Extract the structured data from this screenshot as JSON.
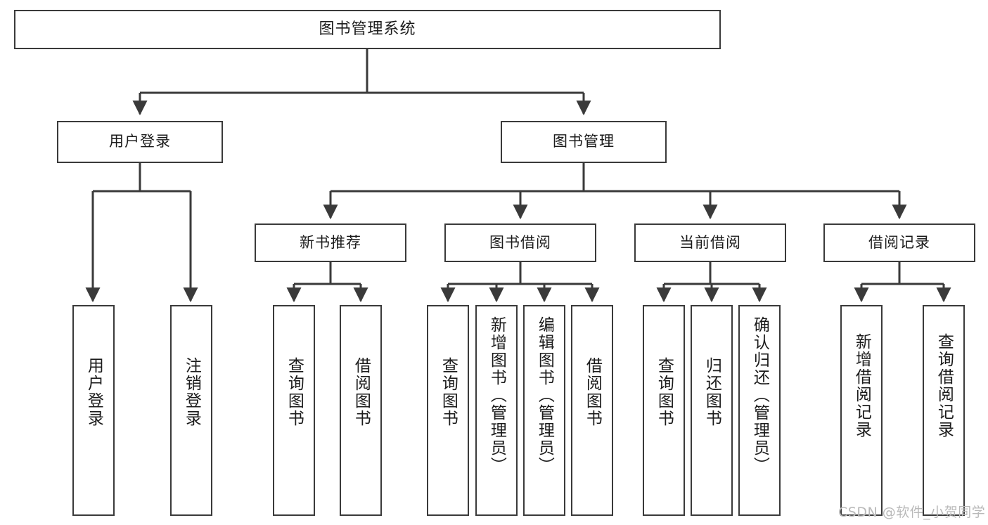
{
  "diagram": {
    "type": "tree",
    "title": "图书管理系统",
    "root": {
      "label": "图书管理系统"
    },
    "tier2": [
      {
        "label": "用户登录"
      },
      {
        "label": "图书管理"
      }
    ],
    "tier3": [
      {
        "label": "新书推荐"
      },
      {
        "label": "图书借阅"
      },
      {
        "label": "当前借阅"
      },
      {
        "label": "借阅记录"
      }
    ],
    "leaves": {
      "user_login": [
        {
          "label": "用户登录"
        },
        {
          "label": "注销登录"
        }
      ],
      "new_book_recommend": [
        {
          "label": "查询图书"
        },
        {
          "label": "借阅图书"
        }
      ],
      "book_borrow": [
        {
          "label": "查询图书"
        },
        {
          "label": "新增图书（管理员）"
        },
        {
          "label": "编辑图书（管理员）"
        },
        {
          "label": "借阅图书"
        }
      ],
      "current_borrow": [
        {
          "label": "查询图书"
        },
        {
          "label": "归还图书"
        },
        {
          "label": "确认归还（管理员）"
        }
      ],
      "borrow_record": [
        {
          "label": "新增借阅记录"
        },
        {
          "label": "查询借阅记录"
        }
      ]
    }
  },
  "watermark": {
    "text": "CSDN @软件_小贺同学"
  },
  "colors": {
    "stroke": "#3a3a3a",
    "text": "#1b1b1b",
    "background": "#ffffff",
    "watermark": "#b9b9b9"
  }
}
